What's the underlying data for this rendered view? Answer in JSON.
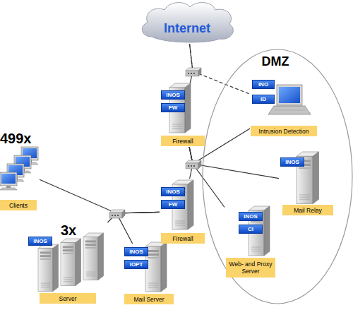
{
  "diagram": {
    "nodes": [
      {
        "text": [
          "Internet"
        ]
      },
      {
        "text": [
          "DMZ"
        ]
      },
      {
        "text": [
          "INOS",
          "FW",
          "Firewall"
        ]
      },
      {
        "text": [
          "INO",
          "ID",
          "Intrusion Detection"
        ],
        "in": 1
      },
      {
        "text": [
          "499x",
          "Clients"
        ]
      },
      {
        "text": [
          "INOS",
          "Mail Relay"
        ],
        "in": 1
      },
      {
        "text": [
          "INOS",
          "FW",
          "Firewall"
        ]
      },
      {
        "text": [
          "INOS",
          "CI",
          "Web- and Proxy Server"
        ],
        "in": 1
      },
      {
        "text": [
          "3x",
          "INOS",
          "Server"
        ]
      },
      {
        "text": [
          "INOS",
          "IOPT",
          "Mail Server"
        ]
      }
    ],
    "edges": [
      {
        "from": 0,
        "to": 2,
        "arrow": "none"
      },
      {
        "from": 0,
        "to": 3,
        "arrow": "none"
      },
      {
        "from": 2,
        "to": 3,
        "arrow": "none"
      },
      {
        "from": 2,
        "to": 5,
        "arrow": "none"
      },
      {
        "from": 2,
        "to": 6,
        "arrow": "none"
      },
      {
        "from": 2,
        "to": 7,
        "arrow": "none"
      },
      {
        "from": 6,
        "to": 4,
        "arrow": "none"
      },
      {
        "from": 6,
        "to": 8,
        "arrow": "none"
      },
      {
        "from": 6,
        "to": 9,
        "arrow": "none"
      }
    ]
  }
}
